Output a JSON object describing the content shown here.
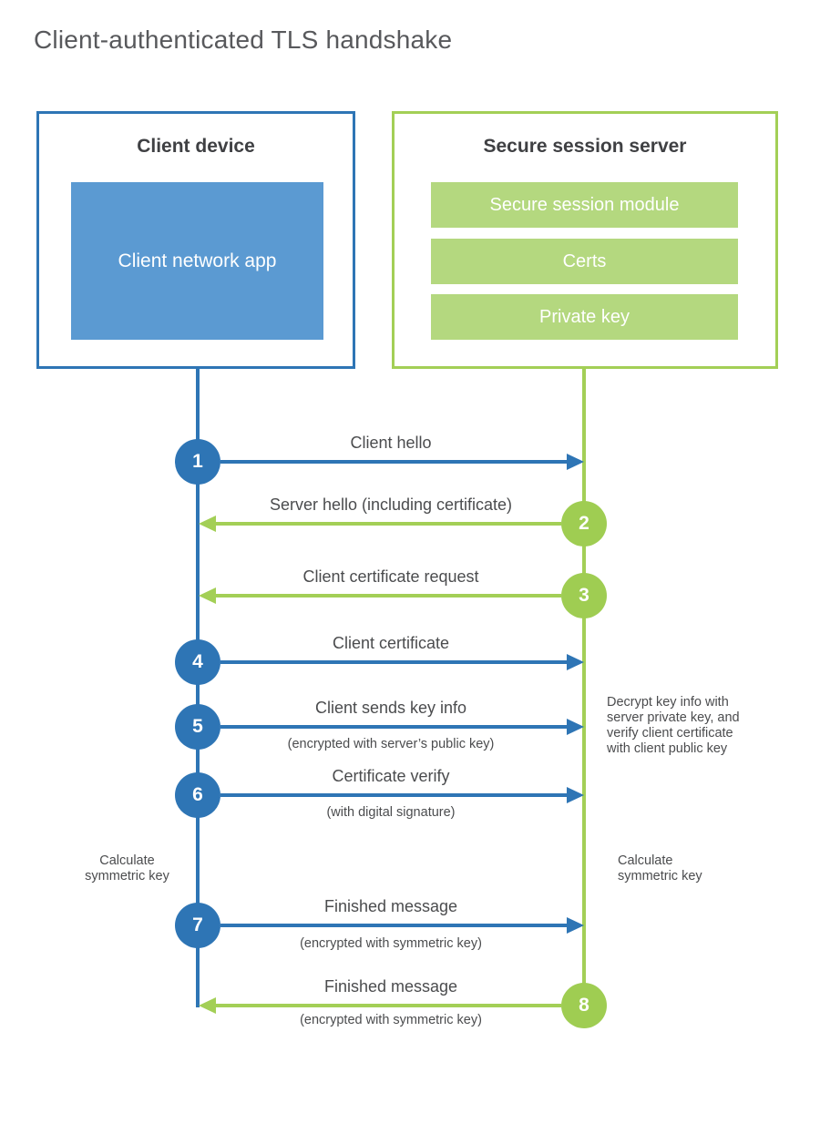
{
  "page": {
    "title": "Client-authenticated TLS handshake"
  },
  "colors": {
    "blue_stroke": "#2e75b5",
    "blue_fill": "#5b9ad2",
    "green_stroke": "#a3cf56",
    "green_circle": "#9fcd52",
    "green_fill": "#b4d87f",
    "title_gray": "#58595c",
    "text_dark": "#3f4043",
    "text_body": "#4b4c4e"
  },
  "client": {
    "title": "Client device",
    "app_label": "Client network app"
  },
  "server": {
    "title": "Secure session server",
    "modules": [
      "Secure session module",
      "Certs",
      "Private key"
    ]
  },
  "steps": [
    {
      "num": "1",
      "label": "Client hello",
      "sub": "",
      "direction": "right",
      "from": "client"
    },
    {
      "num": "2",
      "label": "Server hello (including certificate)",
      "sub": "",
      "direction": "left",
      "from": "server"
    },
    {
      "num": "3",
      "label": "Client certificate request",
      "sub": "",
      "direction": "left",
      "from": "server"
    },
    {
      "num": "4",
      "label": "Client certificate",
      "sub": "",
      "direction": "right",
      "from": "client"
    },
    {
      "num": "5",
      "label": "Client sends key info",
      "sub": "(encrypted with server’s public key)",
      "direction": "right",
      "from": "client"
    },
    {
      "num": "6",
      "label": "Certificate verify",
      "sub": "(with digital signature)",
      "direction": "right",
      "from": "client"
    },
    {
      "num": "7",
      "label": "Finished message",
      "sub": "(encrypted with symmetric key)",
      "direction": "right",
      "from": "client"
    },
    {
      "num": "8",
      "label": "Finished message",
      "sub": "(encrypted with symmetric key)",
      "direction": "left",
      "from": "server"
    }
  ],
  "notes": {
    "server_decrypt": "Decrypt key info with server private key, and verify client certificate with client public key",
    "client_calc": "Calculate symmetric key",
    "server_calc": "Calculate symmetric key"
  }
}
